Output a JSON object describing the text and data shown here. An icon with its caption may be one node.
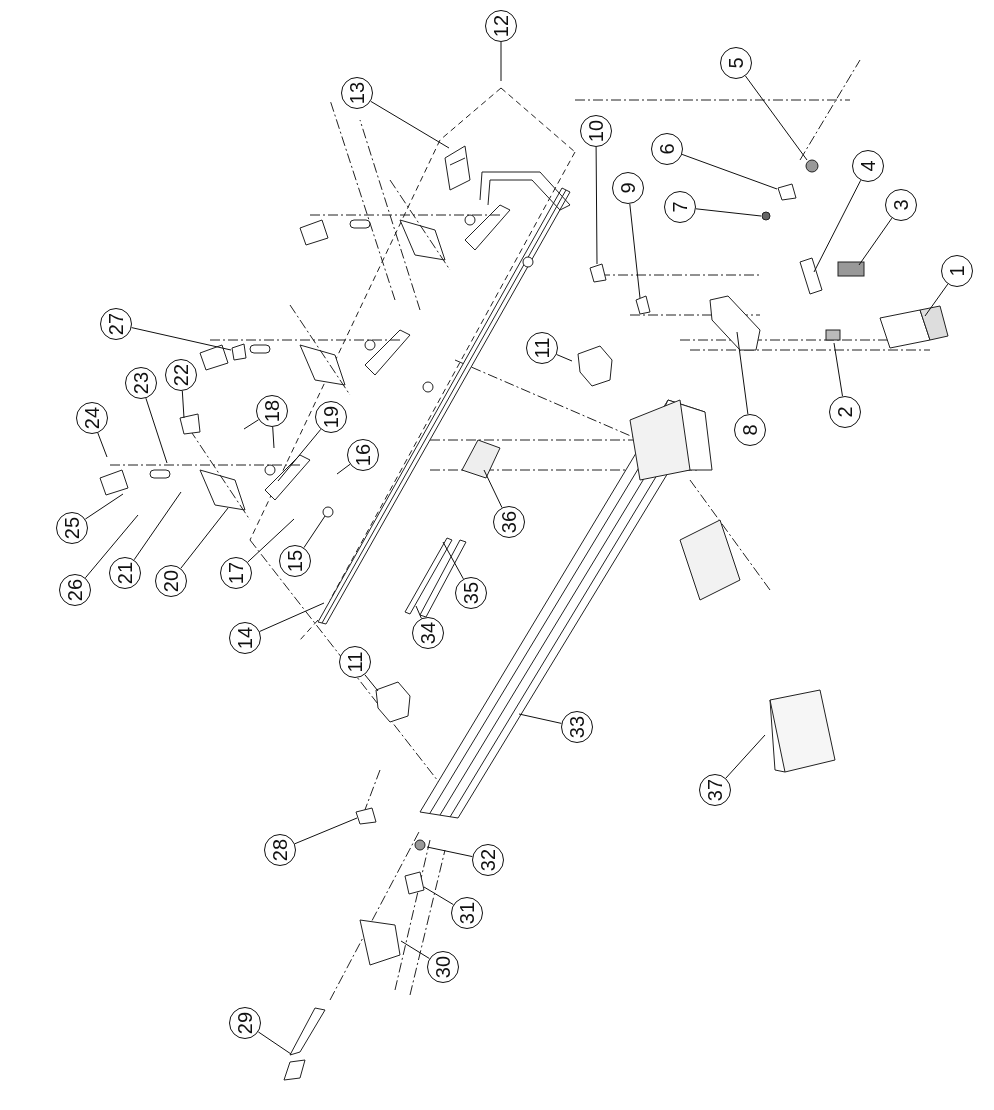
{
  "diagram": {
    "nodes": [
      {
        "text": [
          "1"
        ]
      },
      {
        "text": [
          "2"
        ]
      },
      {
        "text": [
          "3"
        ]
      },
      {
        "text": [
          "4"
        ]
      },
      {
        "text": [
          "5"
        ]
      },
      {
        "text": [
          "6"
        ]
      },
      {
        "text": [
          "7"
        ]
      },
      {
        "text": [
          "8"
        ]
      },
      {
        "text": [
          "9"
        ]
      },
      {
        "text": [
          "10"
        ]
      },
      {
        "text": [
          "11"
        ]
      },
      {
        "text": [
          "11"
        ]
      },
      {
        "text": [
          "12"
        ]
      },
      {
        "text": [
          "13"
        ]
      },
      {
        "text": [
          "14"
        ]
      },
      {
        "text": [
          "15"
        ]
      },
      {
        "text": [
          "16"
        ]
      },
      {
        "text": [
          "17"
        ]
      },
      {
        "text": [
          "18"
        ]
      },
      {
        "text": [
          "19"
        ]
      },
      {
        "text": [
          "20"
        ]
      },
      {
        "text": [
          "21"
        ]
      },
      {
        "text": [
          "22"
        ]
      },
      {
        "text": [
          "23"
        ]
      },
      {
        "text": [
          "24"
        ]
      },
      {
        "text": [
          "25"
        ]
      },
      {
        "text": [
          "26"
        ]
      },
      {
        "text": [
          "27"
        ]
      },
      {
        "text": [
          "28"
        ]
      },
      {
        "text": [
          "29"
        ]
      },
      {
        "text": [
          "30"
        ]
      },
      {
        "text": [
          "31"
        ]
      },
      {
        "text": [
          "32"
        ]
      },
      {
        "text": [
          "33"
        ]
      },
      {
        "text": [
          "34"
        ]
      },
      {
        "text": [
          "35"
        ]
      },
      {
        "text": [
          "36"
        ]
      },
      {
        "text": [
          "37"
        ]
      }
    ],
    "edges": [
      {
        "from": 0,
        "to": null,
        "arrow": "none"
      },
      {
        "from": 1,
        "to": null,
        "arrow": "none"
      },
      {
        "from": 2,
        "to": null,
        "arrow": "none"
      },
      {
        "from": 3,
        "to": null,
        "arrow": "none"
      },
      {
        "from": 4,
        "to": null,
        "arrow": "none"
      },
      {
        "from": 5,
        "to": null,
        "arrow": "none"
      },
      {
        "from": 6,
        "to": null,
        "arrow": "none"
      },
      {
        "from": 7,
        "to": null,
        "arrow": "none"
      },
      {
        "from": 8,
        "to": null,
        "arrow": "none"
      },
      {
        "from": 9,
        "to": null,
        "arrow": "none"
      },
      {
        "from": 10,
        "to": null,
        "arrow": "none"
      },
      {
        "from": 11,
        "to": null,
        "arrow": "none"
      },
      {
        "from": 12,
        "to": null,
        "arrow": "none"
      },
      {
        "from": 13,
        "to": null,
        "arrow": "none"
      },
      {
        "from": 14,
        "to": null,
        "arrow": "none"
      },
      {
        "from": 15,
        "to": null,
        "arrow": "none"
      },
      {
        "from": 16,
        "to": null,
        "arrow": "none"
      },
      {
        "from": 17,
        "to": null,
        "arrow": "none"
      },
      {
        "from": 18,
        "to": null,
        "arrow": "none"
      },
      {
        "from": 18,
        "to": null,
        "arrow": "none"
      },
      {
        "from": 19,
        "to": null,
        "arrow": "none"
      },
      {
        "from": 20,
        "to": null,
        "arrow": "none"
      },
      {
        "from": 21,
        "to": null,
        "arrow": "none"
      },
      {
        "from": 22,
        "to": null,
        "arrow": "none"
      },
      {
        "from": 23,
        "to": null,
        "arrow": "none"
      },
      {
        "from": 24,
        "to": null,
        "arrow": "none"
      },
      {
        "from": 25,
        "to": null,
        "arrow": "none"
      },
      {
        "from": 26,
        "to": null,
        "arrow": "none"
      },
      {
        "from": 27,
        "to": null,
        "arrow": "none"
      },
      {
        "from": 28,
        "to": null,
        "arrow": "none"
      },
      {
        "from": 29,
        "to": null,
        "arrow": "none"
      },
      {
        "from": 30,
        "to": null,
        "arrow": "none"
      },
      {
        "from": 31,
        "to": null,
        "arrow": "none"
      },
      {
        "from": 32,
        "to": null,
        "arrow": "none"
      },
      {
        "from": 33,
        "to": null,
        "arrow": "none"
      },
      {
        "from": 34,
        "to": null,
        "arrow": "none"
      },
      {
        "from": 35,
        "to": null,
        "arrow": "none"
      },
      {
        "from": 36,
        "to": null,
        "arrow": "none"
      },
      {
        "from": 37,
        "to": null,
        "arrow": "none"
      }
    ]
  }
}
